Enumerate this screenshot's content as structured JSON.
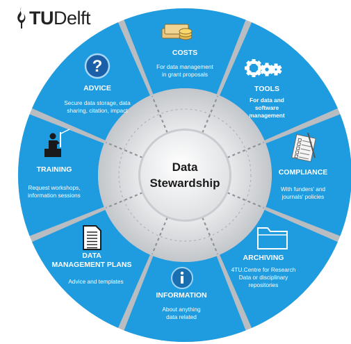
{
  "logo": {
    "tu": "TU",
    "rest": "Delft"
  },
  "center": {
    "line1": "Data",
    "line2": "Stewardship"
  },
  "segments": [
    {
      "id": "costs",
      "icon": "money-stack-icon",
      "title": [
        "COSTS"
      ],
      "desc": [
        "For data management",
        "in grant proposals"
      ]
    },
    {
      "id": "tools",
      "icon": "gears-icon",
      "title": [
        "TOOLS"
      ],
      "desc": [
        "For data and",
        "software",
        "management"
      ]
    },
    {
      "id": "compliance",
      "icon": "checklist-icon",
      "title": [
        "COMPLIANCE"
      ],
      "desc": [
        "With funders' and",
        "journals' policies"
      ]
    },
    {
      "id": "archiving",
      "icon": "folder-icon",
      "title": [
        "ARCHIVING"
      ],
      "desc": [
        "4TU.Centre for Research",
        "Data or disciplinary",
        "repositories"
      ]
    },
    {
      "id": "information",
      "icon": "info-icon",
      "title": [
        "INFORMATION"
      ],
      "desc": [
        "About anything",
        "data related"
      ]
    },
    {
      "id": "dmp",
      "icon": "document-icon",
      "title": [
        "DATA",
        "MANAGEMENT PLANS"
      ],
      "desc": [
        "Advice and templates"
      ]
    },
    {
      "id": "training",
      "icon": "teacher-icon",
      "title": [
        "TRAINING"
      ],
      "desc": [
        "Request workshops,",
        "information sessions"
      ]
    },
    {
      "id": "advice",
      "icon": "question-icon",
      "title": [
        "ADVICE"
      ],
      "desc": [
        "Secure data storage, data",
        "sharing, citation, impact"
      ]
    }
  ],
  "colors": {
    "segment": "#1f9ce0",
    "segment_dark": "#1588c9",
    "gap": "#b9bcc0",
    "inner": "#d4d6d9",
    "center": "#f4f5f6",
    "text": "#ffffff",
    "title": "#ffffff"
  }
}
